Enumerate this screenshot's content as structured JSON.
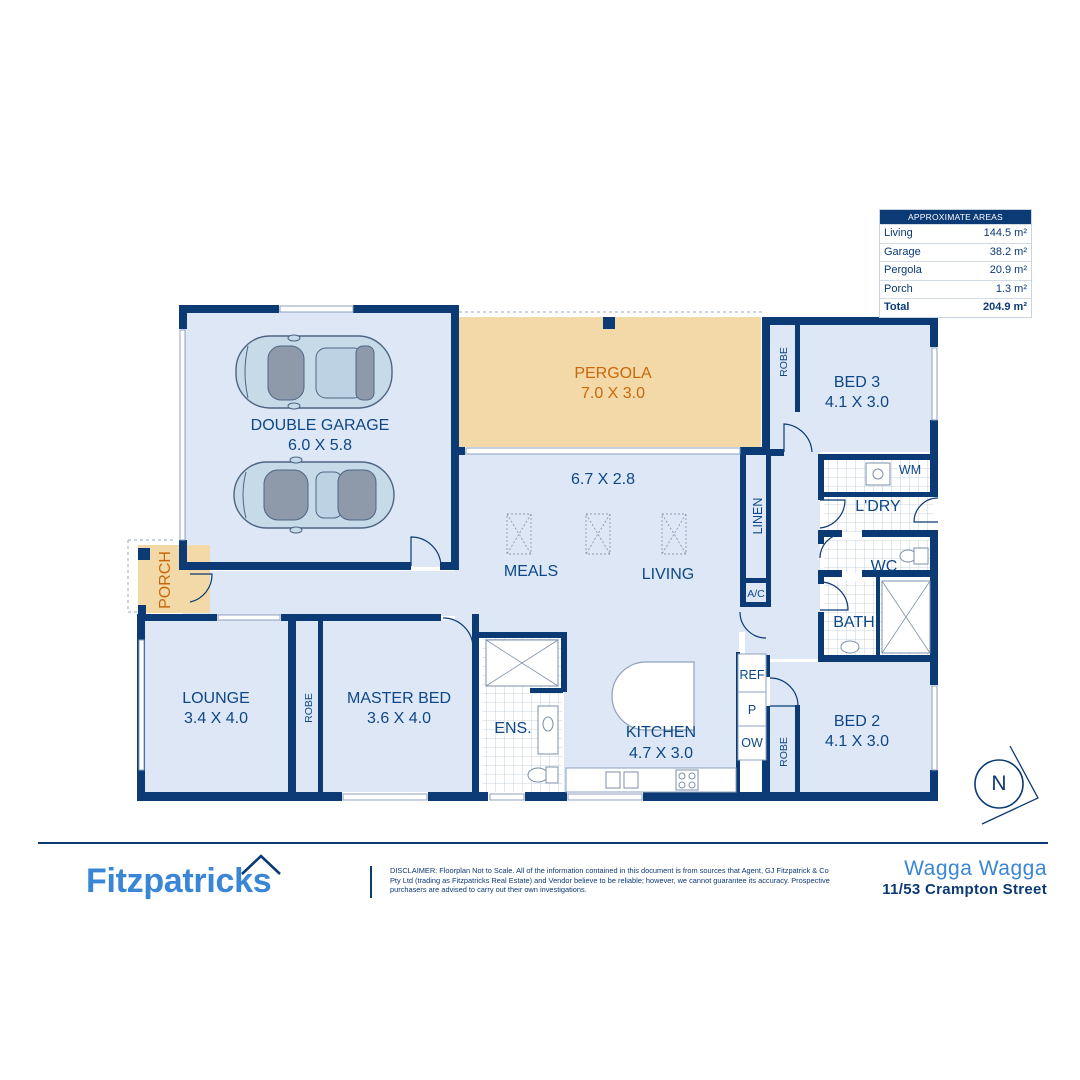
{
  "rooms": {
    "double_garage": {
      "name": "DOUBLE GARAGE",
      "size": "6.0 X 5.8"
    },
    "pergola": {
      "name": "PERGOLA",
      "size": "7.0 X 3.0"
    },
    "bed3": {
      "name": "BED 3",
      "size": "4.1 X 3.0"
    },
    "living_dims": "6.7 X 2.8",
    "meals": "MEALS",
    "living": "LIVING",
    "laundry": "L'DRY",
    "wm": "WM",
    "wc": "WC",
    "bath": "BATH",
    "linen": "LINEN",
    "ac": "A/C",
    "porch": "PORCH",
    "lounge": {
      "name": "LOUNGE",
      "size": "3.4 X 4.0"
    },
    "robe": "ROBE",
    "master_bed": {
      "name": "MASTER BED",
      "size": "3.6 X 4.0"
    },
    "ens": "ENS.",
    "kitchen": {
      "name": "KITCHEN",
      "size": "4.7 X 3.0"
    },
    "ref": "REF",
    "pantry": "P",
    "ow": "OW",
    "bed2": {
      "name": "BED 2",
      "size": "4.1 X 3.0"
    }
  },
  "areas": {
    "title": "APPROXIMATE AREAS",
    "rows": [
      {
        "label": "Living",
        "value": "144.5 m²"
      },
      {
        "label": "Garage",
        "value": "38.2 m²"
      },
      {
        "label": "Pergola",
        "value": "20.9 m²"
      },
      {
        "label": "Porch",
        "value": "1.3 m²"
      }
    ],
    "total": {
      "label": "Total",
      "value": "204.9 m²"
    }
  },
  "footer": {
    "brand": "Fitzpatricks",
    "disclaimer": "DISCLAIMER: Floorplan Not to Scale. All of the information contained in this document is from sources that Agent, GJ Fitzpatrick & Co Pty Ltd (trading as Fitzpatricks Real Estate) and Vendor believe to be reliable; however, we cannot guarantee its accuracy. Prospective purchasers are advised to carry out their own investigations.",
    "suburb": "Wagga Wagga",
    "address": "11/53 Crampton Street"
  },
  "compass": {
    "letter": "N"
  },
  "colors": {
    "wall": "#0b3a75",
    "floor": "#dde7f5",
    "pergola_floor": "#f4d9a8",
    "room_label": "#0d4788",
    "pergola_label": "#c8680a",
    "brand": "#3a86d6"
  }
}
